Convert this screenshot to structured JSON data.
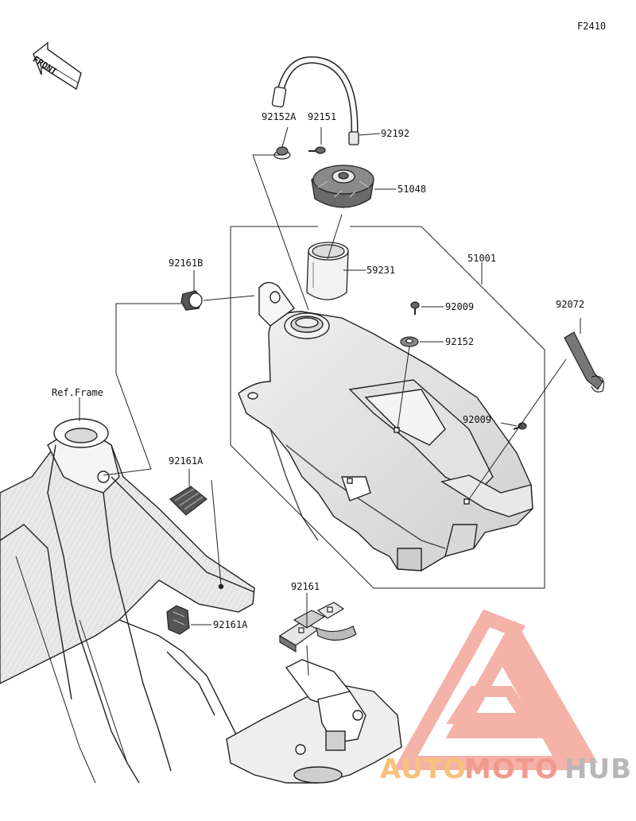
{
  "figure_code": "F2410",
  "front_marker": "FRONT",
  "callouts": {
    "p92152A": "92152A",
    "p92151": "92151",
    "p92192": "92192",
    "p51048": "51048",
    "p59231": "59231",
    "p51001": "51001",
    "p92161B": "92161B",
    "p92009a": "92009",
    "p92152": "92152",
    "p92072": "92072",
    "p92009b": "92009",
    "ref_frame": "Ref.Frame",
    "p92161A_top": "92161A",
    "p92161A_bottom": "92161A",
    "p92161": "92161"
  },
  "watermark": {
    "part1": "AUTO",
    "part2": "MOTO",
    "part3": "HUB",
    "colors": {
      "auto": "#f6c27a",
      "moto": "#f19a8e",
      "hub": "#b8b8b8",
      "logo": "#f4a59a"
    }
  }
}
